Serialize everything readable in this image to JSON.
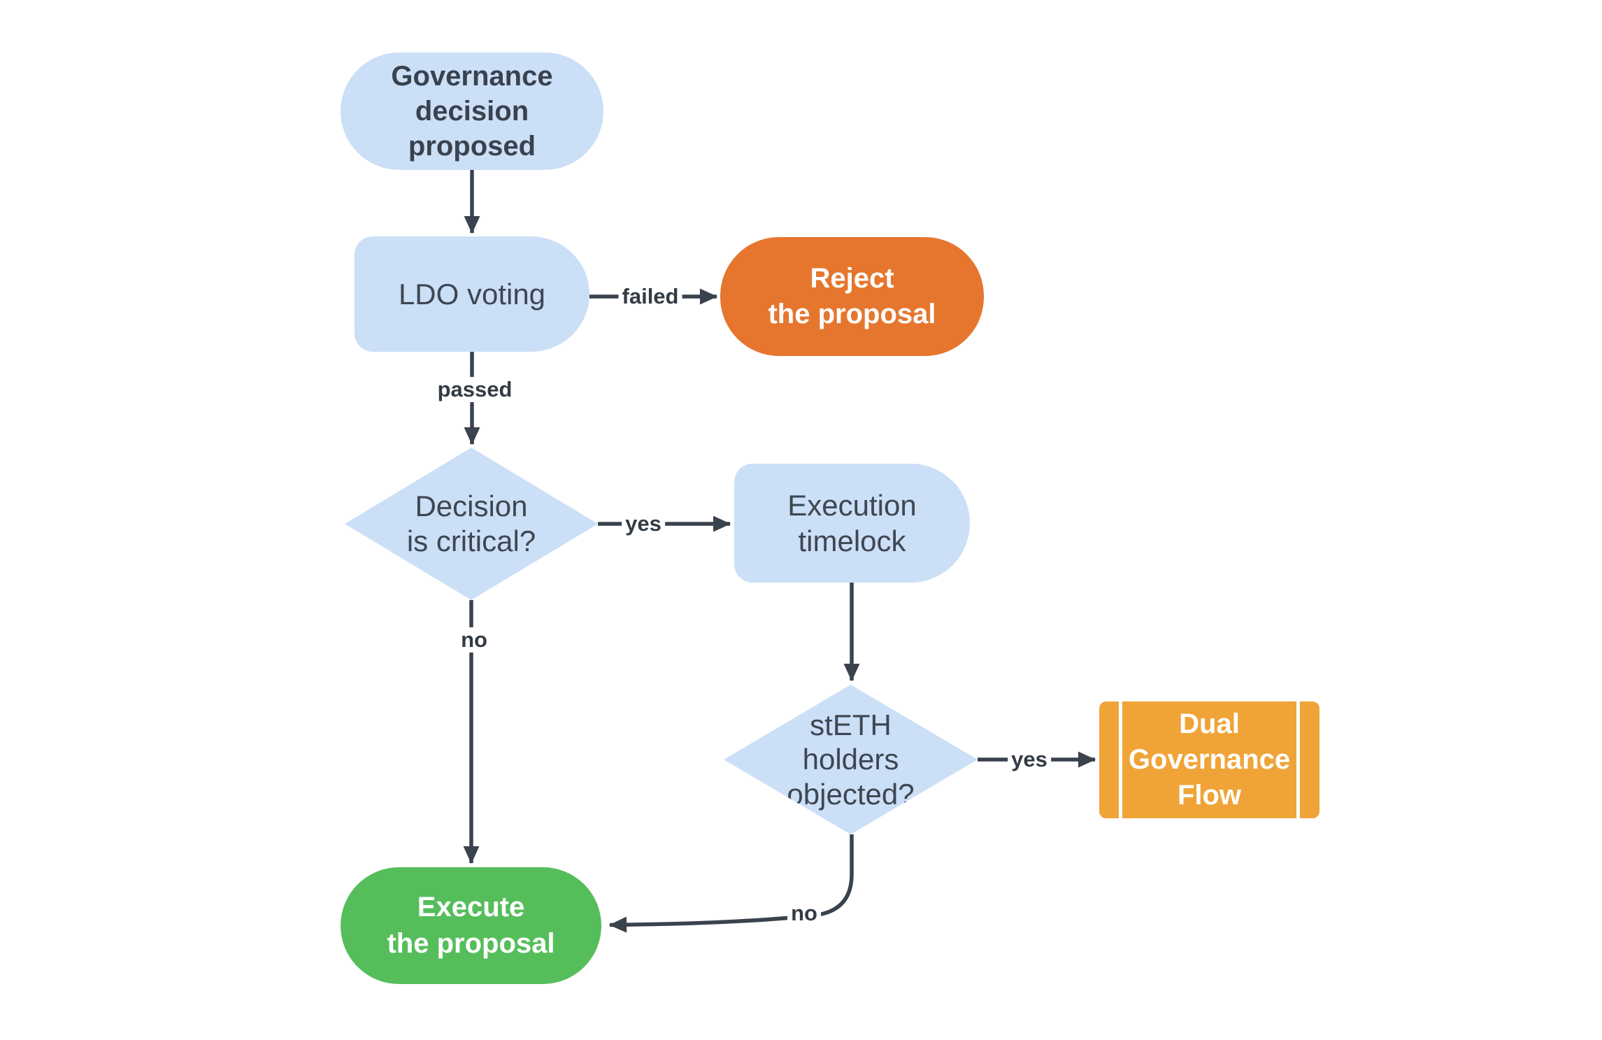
{
  "diagram": {
    "type": "flowchart",
    "background_color": "#ffffff",
    "connector_color": "#3A424E",
    "node_colors": {
      "light_blue": "#CBDFF7",
      "orange": "#E6762E",
      "green": "#55BE5B",
      "amber": "#F0A437"
    },
    "text_colors": {
      "dark_slate": "#3E4651",
      "white": "#ffffff"
    }
  },
  "nodes": {
    "governance_proposed": {
      "label": "Governance\ndecision\nproposed",
      "shape": "stadium",
      "color": "#CBDFF7"
    },
    "ldo_voting": {
      "label": "LDO voting",
      "shape": "delay",
      "color": "#CBDFF7"
    },
    "reject_proposal": {
      "label": "Reject\nthe proposal",
      "shape": "stadium",
      "color": "#E6762E"
    },
    "decision_critical": {
      "label": "Decision\nis critical?",
      "shape": "diamond",
      "color": "#CBDFF7"
    },
    "execution_timelock": {
      "label": "Execution\ntimelock",
      "shape": "delay",
      "color": "#CBDFF7"
    },
    "steth_objected": {
      "label": "stETH\nholders\nobjected?",
      "shape": "diamond",
      "color": "#CBDFF7"
    },
    "dual_governance": {
      "label": "Dual\nGovernance\nFlow",
      "shape": "predefined-process",
      "color": "#F0A437"
    },
    "execute_proposal": {
      "label": "Execute\nthe proposal",
      "shape": "stadium",
      "color": "#55BE5B"
    }
  },
  "edge_labels": {
    "failed": "failed",
    "passed": "passed",
    "critical_yes": "yes",
    "critical_no": "no",
    "objected_yes": "yes",
    "objected_no": "no"
  }
}
